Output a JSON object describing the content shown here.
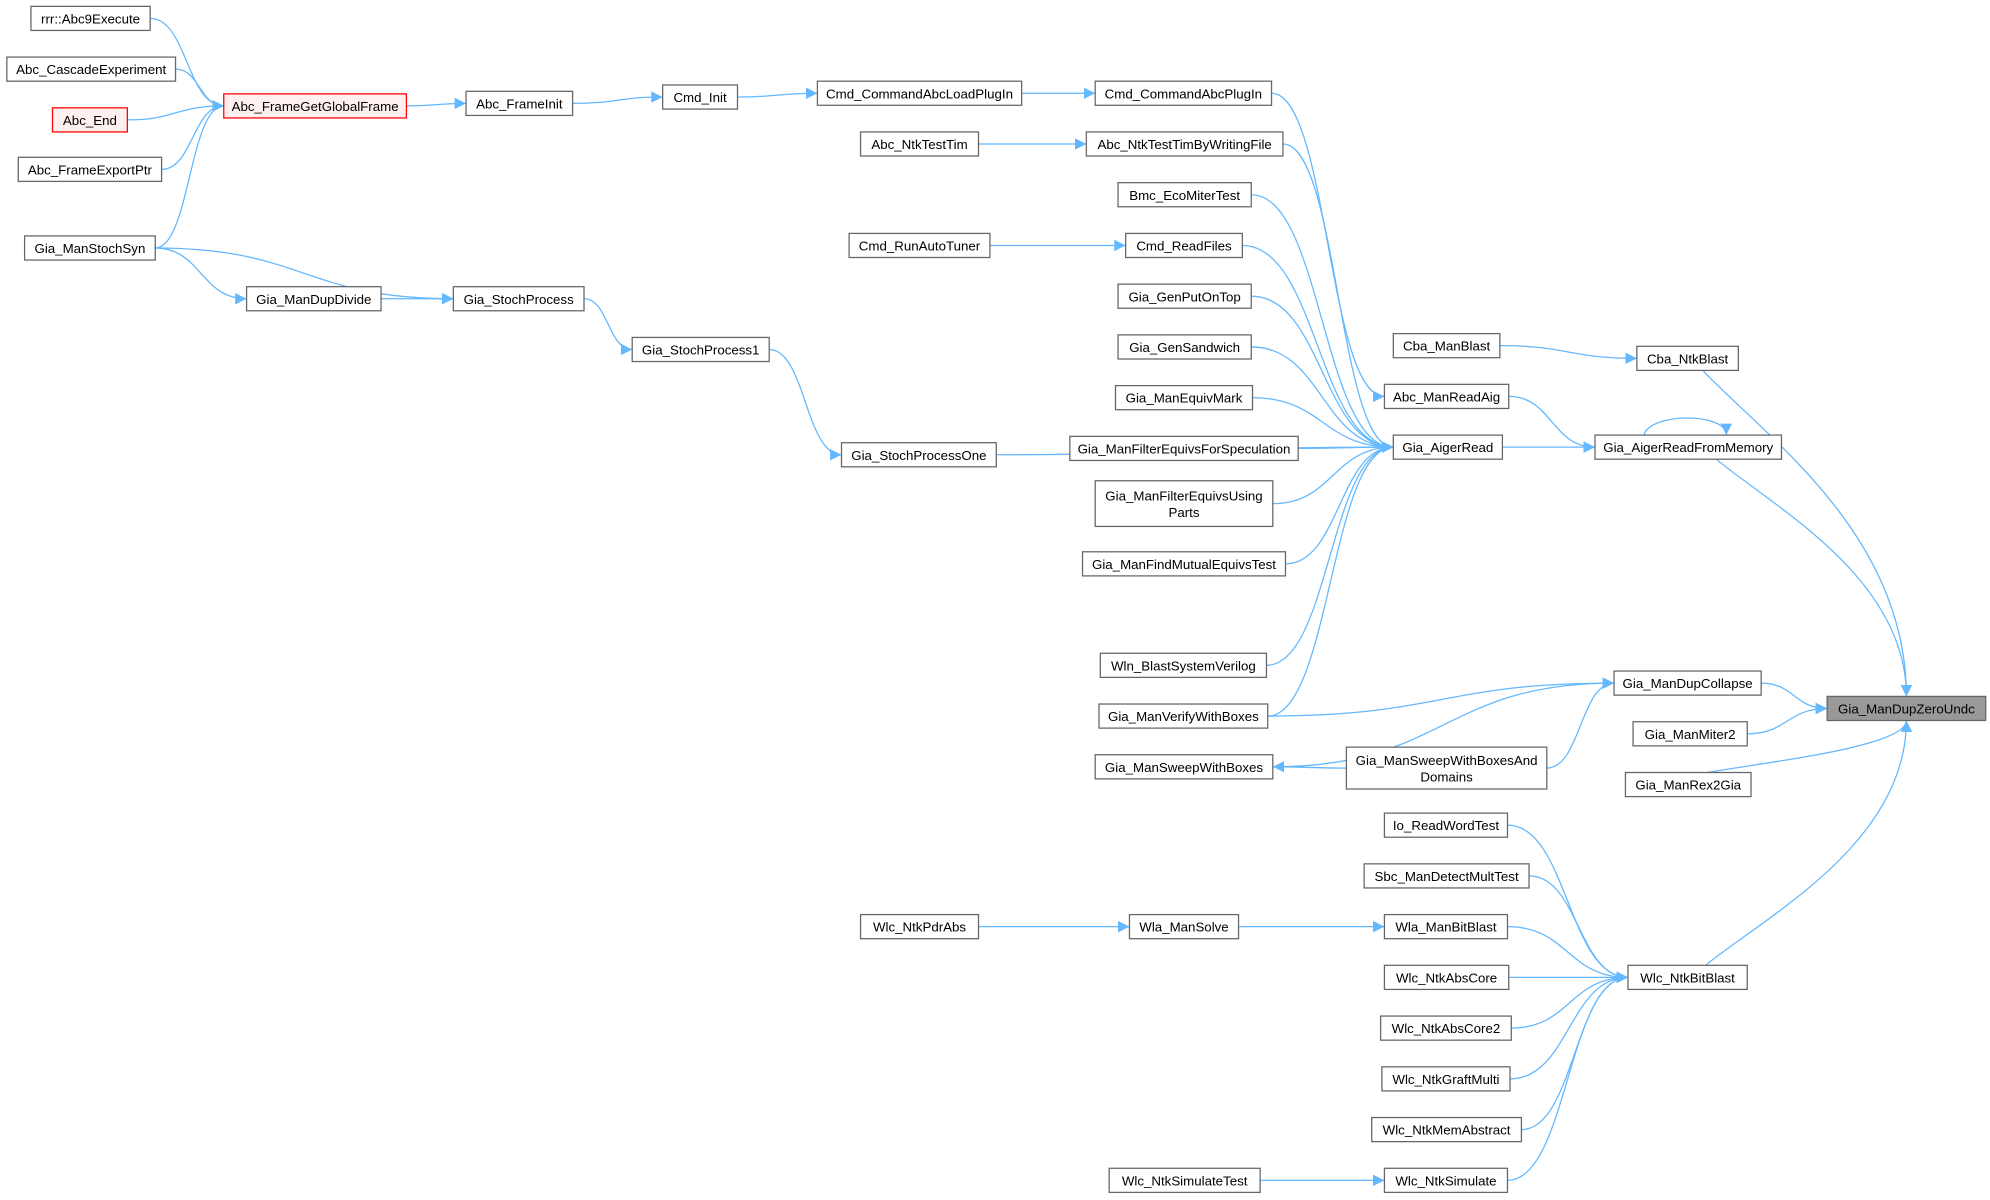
{
  "title": "Gia_ManDupZeroUndc caller graph",
  "colors": {
    "edge": "#63b8ff",
    "highlight_node": "#999999",
    "error_node_border": "#ff0000",
    "error_node_fill": "#fff0f0"
  },
  "nodes": [
    {
      "id": 0,
      "label": [
        "rrr::Abc9Execute"
      ]
    },
    {
      "id": 1,
      "label": [
        "Abc_CascadeExperiment"
      ]
    },
    {
      "id": 2,
      "label": [
        "Abc_End"
      ],
      "style": "red"
    },
    {
      "id": 3,
      "label": [
        "Abc_FrameExportPtr"
      ]
    },
    {
      "id": 4,
      "label": [
        "Gia_ManStochSyn"
      ]
    },
    {
      "id": 5,
      "label": [
        "Abc_FrameGetGlobalFrame"
      ],
      "style": "red"
    },
    {
      "id": 6,
      "label": [
        "Abc_FrameInit"
      ]
    },
    {
      "id": 7,
      "label": [
        "Cmd_Init"
      ]
    },
    {
      "id": 8,
      "label": [
        "Cmd_CommandAbcLoadPlugIn"
      ]
    },
    {
      "id": 9,
      "label": [
        "Cmd_CommandAbcPlugIn"
      ]
    },
    {
      "id": 10,
      "label": [
        "Abc_NtkTestTim"
      ]
    },
    {
      "id": 11,
      "label": [
        "Abc_NtkTestTimByWritingFile"
      ]
    },
    {
      "id": 12,
      "label": [
        "Bmc_EcoMiterTest"
      ]
    },
    {
      "id": 13,
      "label": [
        "Cmd_RunAutoTuner"
      ]
    },
    {
      "id": 14,
      "label": [
        "Cmd_ReadFiles"
      ]
    },
    {
      "id": 15,
      "label": [
        "Gia_GenPutOnTop"
      ]
    },
    {
      "id": 16,
      "label": [
        "Gia_GenSandwich"
      ]
    },
    {
      "id": 17,
      "label": [
        "Gia_ManEquivMark"
      ]
    },
    {
      "id": 18,
      "label": [
        "Gia_ManFilterEquivsForSpeculation"
      ]
    },
    {
      "id": 19,
      "label": [
        "Gia_ManFilterEquivsUsing",
        "Parts"
      ]
    },
    {
      "id": 20,
      "label": [
        "Gia_ManFindMutualEquivsTest"
      ]
    },
    {
      "id": 21,
      "label": [
        "Wln_BlastSystemVerilog"
      ]
    },
    {
      "id": 22,
      "label": [
        "Gia_ManVerifyWithBoxes"
      ]
    },
    {
      "id": 23,
      "label": [
        "Gia_ManSweepWithBoxes"
      ]
    },
    {
      "id": 24,
      "label": [
        "Gia_ManDupDivide"
      ]
    },
    {
      "id": 25,
      "label": [
        "Gia_StochProcess"
      ]
    },
    {
      "id": 26,
      "label": [
        "Gia_StochProcess1"
      ]
    },
    {
      "id": 27,
      "label": [
        "Gia_StochProcessOne"
      ]
    },
    {
      "id": 28,
      "label": [
        "Cba_ManBlast"
      ]
    },
    {
      "id": 29,
      "label": [
        "Abc_ManReadAig"
      ]
    },
    {
      "id": 30,
      "label": [
        "Gia_AigerRead"
      ]
    },
    {
      "id": 31,
      "label": [
        "Cba_NtkBlast"
      ]
    },
    {
      "id": 32,
      "label": [
        "Gia_AigerReadFromMemory"
      ]
    },
    {
      "id": 33,
      "label": [
        "Gia_ManDupCollapse"
      ]
    },
    {
      "id": 34,
      "label": [
        "Gia_ManSweepWithBoxesAnd",
        "Domains"
      ]
    },
    {
      "id": 35,
      "label": [
        "Gia_ManMiter2"
      ]
    },
    {
      "id": 36,
      "label": [
        "Gia_ManRex2Gia"
      ]
    },
    {
      "id": 37,
      "label": [
        "Gia_ManDupZeroUndc"
      ],
      "style": "gray"
    },
    {
      "id": 38,
      "label": [
        "Io_ReadWordTest"
      ]
    },
    {
      "id": 39,
      "label": [
        "Sbc_ManDetectMultTest"
      ]
    },
    {
      "id": 40,
      "label": [
        "Wlc_NtkPdrAbs"
      ]
    },
    {
      "id": 41,
      "label": [
        "Wla_ManSolve"
      ]
    },
    {
      "id": 42,
      "label": [
        "Wla_ManBitBlast"
      ]
    },
    {
      "id": 43,
      "label": [
        "Wlc_NtkAbsCore"
      ]
    },
    {
      "id": 44,
      "label": [
        "Wlc_NtkBitBlast"
      ]
    },
    {
      "id": 45,
      "label": [
        "Wlc_NtkAbsCore2"
      ]
    },
    {
      "id": 46,
      "label": [
        "Wlc_NtkGraftMulti"
      ]
    },
    {
      "id": 47,
      "label": [
        "Wlc_NtkMemAbstract"
      ]
    },
    {
      "id": 48,
      "label": [
        "Wlc_NtkSimulateTest"
      ]
    },
    {
      "id": 49,
      "label": [
        "Wlc_NtkSimulate"
      ]
    }
  ],
  "edges": [
    [
      0,
      5
    ],
    [
      1,
      5
    ],
    [
      2,
      5
    ],
    [
      3,
      5
    ],
    [
      4,
      5
    ],
    [
      5,
      6
    ],
    [
      6,
      7
    ],
    [
      7,
      8
    ],
    [
      8,
      9
    ],
    [
      10,
      11
    ],
    [
      13,
      14
    ],
    [
      4,
      25
    ],
    [
      4,
      24
    ],
    [
      24,
      25
    ],
    [
      25,
      26
    ],
    [
      26,
      27
    ],
    [
      9,
      29
    ],
    [
      11,
      30
    ],
    [
      12,
      30
    ],
    [
      14,
      30
    ],
    [
      15,
      30
    ],
    [
      16,
      30
    ],
    [
      17,
      30
    ],
    [
      18,
      30
    ],
    [
      19,
      30
    ],
    [
      20,
      30
    ],
    [
      27,
      30
    ],
    [
      21,
      30
    ],
    [
      22,
      30
    ],
    [
      29,
      32
    ],
    [
      30,
      32
    ],
    [
      32,
      32
    ],
    [
      28,
      31
    ],
    [
      31,
      37
    ],
    [
      32,
      37
    ],
    [
      22,
      33
    ],
    [
      23,
      33
    ],
    [
      34,
      33
    ],
    [
      34,
      23
    ],
    [
      33,
      37
    ],
    [
      35,
      37
    ],
    [
      36,
      37
    ],
    [
      44,
      37
    ],
    [
      38,
      44
    ],
    [
      39,
      44
    ],
    [
      42,
      44
    ],
    [
      43,
      44
    ],
    [
      45,
      44
    ],
    [
      46,
      44
    ],
    [
      47,
      44
    ],
    [
      49,
      44
    ],
    [
      40,
      41
    ],
    [
      41,
      42
    ],
    [
      48,
      49
    ]
  ]
}
